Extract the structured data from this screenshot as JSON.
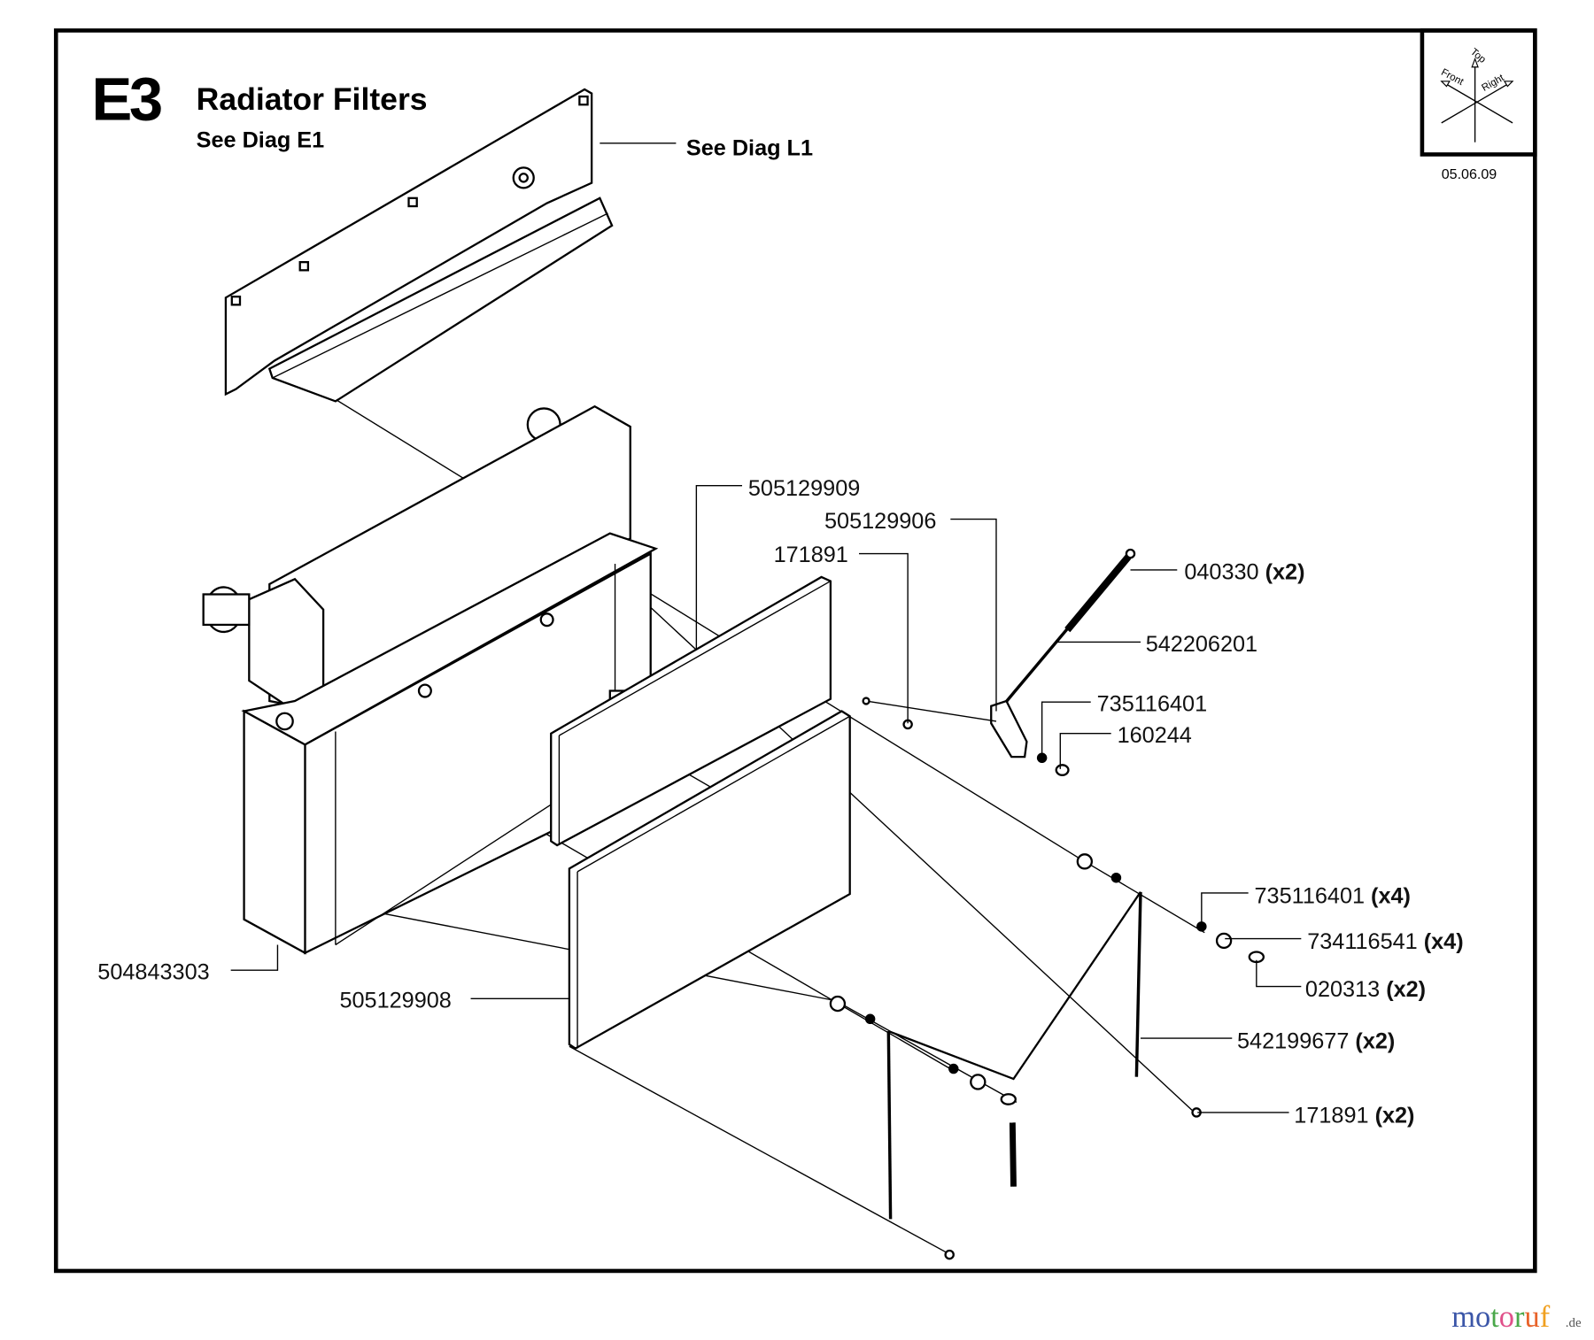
{
  "header": {
    "code": "E3",
    "title": "Radiator Filters",
    "subtitle": "See Diag E1",
    "ref_l1": "See Diag L1"
  },
  "orientation": {
    "top": "Top",
    "front": "Front",
    "right": "Right",
    "date": "05.06.09"
  },
  "callouts": [
    {
      "part": "505129909",
      "qty": ""
    },
    {
      "part": "505129906",
      "qty": ""
    },
    {
      "part": "171891",
      "qty": ""
    },
    {
      "part": "040330",
      "qty": "(x2)"
    },
    {
      "part": "542206201",
      "qty": ""
    },
    {
      "part": "735116401",
      "qty": ""
    },
    {
      "part": "160244",
      "qty": ""
    },
    {
      "part": "735116401",
      "qty": "(x4)"
    },
    {
      "part": "734116541",
      "qty": "(x4)"
    },
    {
      "part": "020313",
      "qty": "(x2)"
    },
    {
      "part": "542199677",
      "qty": "(x2)"
    },
    {
      "part": "171891",
      "qty": "(x2)"
    },
    {
      "part": "504843303",
      "qty": ""
    },
    {
      "part": "505129908",
      "qty": ""
    }
  ],
  "watermark": {
    "text": "motoruf",
    "suffix": ".de",
    "colors": [
      "#3b56a8",
      "#3b56a8",
      "#4aa84a",
      "#e0508a",
      "#4aa84a",
      "#e8632a",
      "#f0a020",
      "#e8c020"
    ]
  }
}
